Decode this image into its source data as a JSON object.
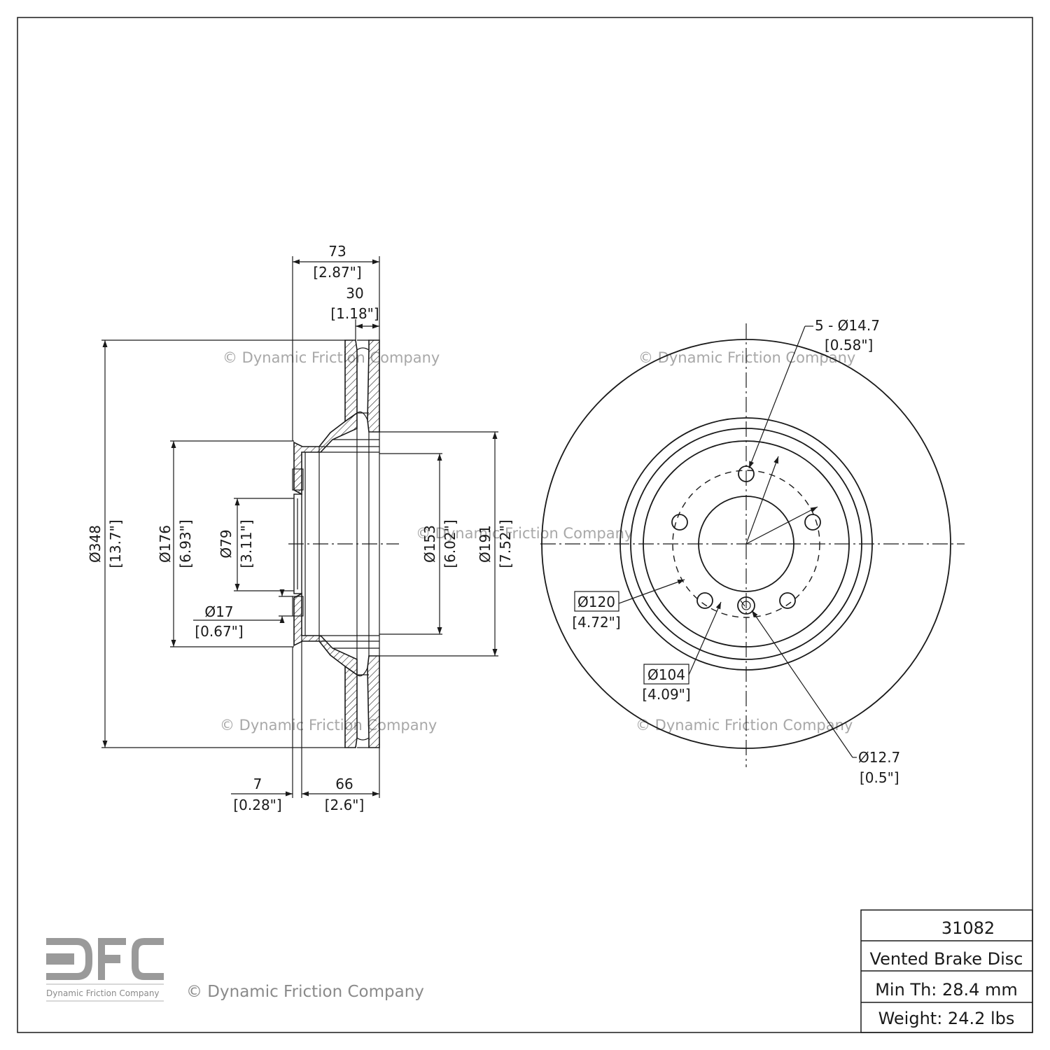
{
  "watermark": "© Dynamic Friction Company",
  "logo": {
    "letters": "DFC",
    "company": "Dynamic Friction Company"
  },
  "title_block": {
    "part_number": "31082",
    "description": "Vented Brake Disc",
    "min_thickness": "Min Th: 28.4 mm",
    "weight": "Weight: 24.2 lbs"
  },
  "side_view": {
    "overall_width": {
      "mm": "73",
      "in": "[2.87\"]"
    },
    "rotor_thickness": {
      "mm": "30",
      "in": "[1.18\"]"
    },
    "outer_diameter": {
      "mm": "Ø348",
      "in": "[13.7\"]"
    },
    "hat_diameter": {
      "mm": "Ø176",
      "in": "[6.93\"]"
    },
    "center_bore": {
      "mm": "Ø79",
      "in": "[3.11\"]"
    },
    "hole_diameter": {
      "mm": "Ø17",
      "in": "[0.67\"]"
    },
    "inner_diameter_153": {
      "mm": "Ø153",
      "in": "[6.02\"]"
    },
    "inner_diameter_191": {
      "mm": "Ø191",
      "in": "[7.52\"]"
    },
    "hat_offset": {
      "mm": "7",
      "in": "[0.28\"]"
    },
    "hat_depth": {
      "mm": "66",
      "in": "[2.6\"]"
    }
  },
  "front_view": {
    "bolt_holes": {
      "mm": "5 - Ø14.7",
      "in": "[0.58\"]"
    },
    "bolt_circle": {
      "mm": "Ø120",
      "in": "[4.72\"]"
    },
    "pilot_circle": {
      "mm": "Ø104",
      "in": "[4.09\"]"
    },
    "small_hole": {
      "mm": "Ø12.7",
      "in": "[0.5\"]"
    }
  }
}
